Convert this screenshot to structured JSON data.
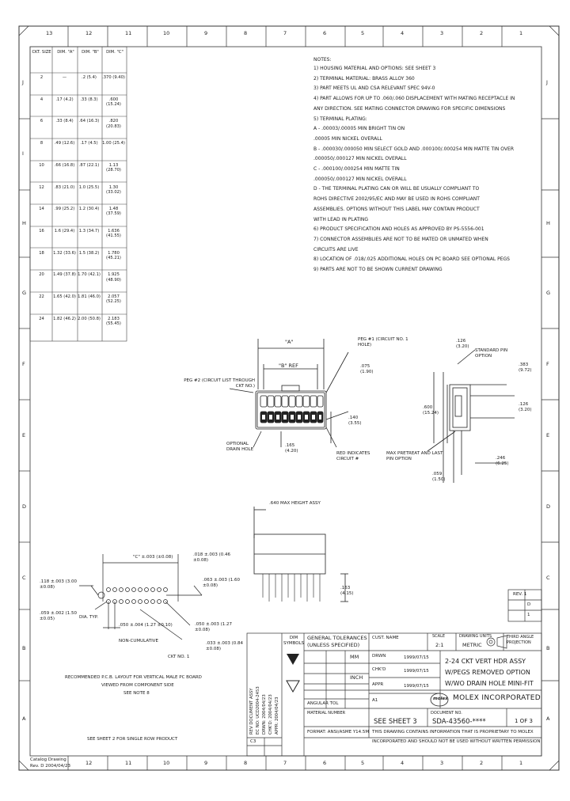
{
  "top_zone_numbers": [
    "13",
    "12",
    "11",
    "10",
    "9",
    "8",
    "7",
    "6",
    "5",
    "4",
    "3",
    "2",
    "1"
  ],
  "side_zone_letters": [
    "J",
    "I",
    "H",
    "G",
    "F",
    "E",
    "D",
    "C",
    "B",
    "A"
  ],
  "table": {
    "headers": [
      "CKT. SIZE",
      "DIM. \"A\"",
      "DIM. \"B\"",
      "DIM. \"C\""
    ],
    "rows": [
      {
        "ckt": "2",
        "a": "—",
        "b": ".2 (5.4)",
        "c": ".370 (9.40)"
      },
      {
        "ckt": "4",
        "a": ".17 (4.2)",
        "b": ".33 (8.3)",
        "c": ".600 (15.24)"
      },
      {
        "ckt": "6",
        "a": ".33 (8.4)",
        "b": ".64 (16.3)",
        "c": ".820 (20.83)"
      },
      {
        "ckt": "8",
        "a": ".49 (12.6)",
        "b": ".17 (4.5)",
        "c": "1.00 (25.4)"
      },
      {
        "ckt": "10",
        "a": ".66 (16.8)",
        "b": ".87 (22.1)",
        "c": "1.13 (28.70)"
      },
      {
        "ckt": "12",
        "a": ".83 (21.0)",
        "b": "1.0 (25.5)",
        "c": "1.30 (33.02)"
      },
      {
        "ckt": "14",
        "a": ".99 (25.2)",
        "b": "1.2 (30.4)",
        "c": "1.48 (37.59)"
      },
      {
        "ckt": "16",
        "a": "1.6 (29.4)",
        "b": "1.3 (34.7)",
        "c": "1.636 (41.55)"
      },
      {
        "ckt": "18",
        "a": "1.32 (33.6)",
        "b": "1.5 (38.2)",
        "c": "1.780 (45.21)"
      },
      {
        "ckt": "20",
        "a": "1.49 (37.8)",
        "b": "1.70 (42.1)",
        "c": "1.925 (48.90)"
      },
      {
        "ckt": "22",
        "a": "1.65 (42.0)",
        "b": "1.81 (46.0)",
        "c": "2.057 (52.25)"
      },
      {
        "ckt": "24",
        "a": "1.82 (46.2)",
        "b": "2.00 (50.8)",
        "c": "2.183 (55.45)"
      }
    ]
  },
  "notes": {
    "title": "NOTES:",
    "lines": [
      "1) HOUSING MATERIAL AND OPTIONS: SEE SHEET 3",
      "2) TERMINAL MATERIAL: BRASS ALLOY 360",
      "3) PART MEETS UL AND CSA RELEVANT SPEC 94V-0",
      "4) PART ALLOWS FOR UP TO .060/.060 DISPLACEMENT WITH MATING RECEPTACLE IN",
      "   ANY DIRECTION. SEE MATING CONNECTOR DRAWING FOR SPECIFIC DIMENSIONS",
      "5) TERMINAL PLATING:",
      "   A - .00003/.00005 MIN BRIGHT TIN ON",
      "       .00005 MIN NICKEL OVERALL",
      "   B - .000030/.000050 MIN SELECT GOLD AND .000100/.000254 MIN MATTE TIN OVER",
      "       .000050/.000127 MIN NICKEL OVERALL",
      "   C - .000100/.000254 MIN MATTE TIN",
      "       .000050/.000127 MIN NICKEL OVERALL",
      "   D - THE TERMINAL PLATING CAN OR WILL BE USUALLY COMPLIANT TO",
      "       ROHS DIRECTIVE 2002/95/EC AND MAY BE USED IN ROHS COMPLIANT",
      "       ASSEMBLIES. OPTIONS WITHOUT THIS LABEL MAY CONTAIN PRODUCT",
      "       WITH LEAD IN PLATING",
      "6) PRODUCT SPECIFICATION AND HOLES AS APPROVED BY PS-5556-001",
      "7) CONNECTOR ASSEMBLIES ARE NOT TO BE MATED OR UNMATED WHEN",
      "   CIRCUITS ARE LIVE",
      "8) LOCATION OF .018/.025 ADDITIONAL HOLES ON PC BOARD SEE OPTIONAL PEGS",
      "9) PARTS ARE NOT TO BE SHOWN CURRENT DRAWING"
    ]
  },
  "callouts": {
    "dim_a": "\"A\"",
    "dim_b": "\"B\" REF",
    "dim_c": "\"C\"",
    "peg1": "PEG #1 (CIRCUIT NO. 1 HOLE)",
    "peg2": "PEG #2 (CIRCUIT LIST THROUGH CKT NO.)",
    "standard_pin": "STANDARD PIN OPTION",
    "optional_drain": "OPTIONAL DRAIN HOLE",
    "red_indicates": "RED INDICATES CIRCUIT #",
    "max_pretreat": "MAX PRETREAT AND LAST PIN OPTION",
    "typ_ref": ".126 (3.20)",
    "dim_075": ".075 (1.90)",
    "dim_140": ".140 (3.55)",
    "dim_165": ".165 (4.20)",
    "dim_600": ".600 (15.24)",
    "dim_383": ".383 (9.72)",
    "dim_126": ".126 (3.20)",
    "dim_059": ".059 (1.50)",
    "dim_246": ".246 (6.25)",
    "max_height": ".640 MAX HEIGHT ASSY",
    "dim_163": ".163 (4.15)"
  },
  "pcb": {
    "c_label": "\"C\" ±.003 (±0.08)",
    "d1": ".018 ±.003 (0.46 ±0.08)",
    "d2": ".118 ±.003 (3.00 ±0.08)",
    "d3": ".059 ±.002 (1.50 ±0.05)",
    "dia_typ": "DIA. TYP.",
    "d4": ".050 ±.004 (1.27 ±0.10)",
    "non_cum": "NON-CUMULATIVE",
    "d5": ".050 ±.003 (1.27 ±0.08)",
    "d6": ".063 ±.003 (1.60 ±0.08)",
    "d7": ".033 ±.003 (0.84 ±0.08)",
    "ckt_no": "CKT NO. 1",
    "rec1": "RECOMMENDED P.C.B. LAYOUT FOR VERTICAL MALE PC BOARD",
    "rec2": "VIEWED FROM COMPONENT SIDE",
    "rec3": "SEE NOTE 8",
    "sheet_ref": "SEE SHEET 2 FOR SINGLE ROW PRODUCT"
  },
  "title_block": {
    "general_tol": "GENERAL TOLERANCES",
    "unless": "(UNLESS SPECIFIED)",
    "mm": "MM",
    "inch": "INCH",
    "angular": "ANGULAR TOL",
    "scale_label": "SCALE",
    "scale": "2:1",
    "drawing_units": "DRAWING UNITS",
    "units": "METRIC",
    "projection": "THIRD ANGLE PROJECTION",
    "title_lines": [
      "2-24 CKT VERT HDR ASSY",
      "W/PEGS REMOVED OPTION",
      "W/WO DRAIN HOLE MINI-FIT"
    ],
    "company": "MOLEX INCORPORATED",
    "molex_logo": "molex",
    "doc_no_label": "DOCUMENT NO.",
    "doc_no": "SDA-43560-****",
    "see_sheet": "SEE SHEET 3",
    "sheet": "1 OF 3",
    "material": "MATERIAL NUMBER",
    "proprietary1": "THIS DRAWING CONTAINS INFORMATION THAT IS PROPRIETARY TO MOLEX",
    "proprietary2": "INCORPORATED AND SHOULD NOT BE USED WITHOUT WRITTEN PERMISSION",
    "drawn": "DRWN",
    "checked": "CHK'D",
    "approved": "APPR",
    "date": "1999/07/15",
    "size": "A1",
    "dim_symbols": "DIM SYMBOLS",
    "format": "FORMAT: ANSI/ASME Y14.5M",
    "cust": "CUST. NAME",
    "cs": "C3",
    "rev_block": [
      "REV. 1",
      "D",
      "1"
    ],
    "side_lines": [
      "REV  DOCUMENT  ASSY",
      "EC NO:  UCD2004-2453",
      "DRWN:  2004/04/23",
      "CHK'D:  2004/04/23",
      "APPR:  2004/04/23"
    ]
  },
  "footer": {
    "file": "Catalog Drawing",
    "date_text": "Rev. D 2004/04/23"
  }
}
